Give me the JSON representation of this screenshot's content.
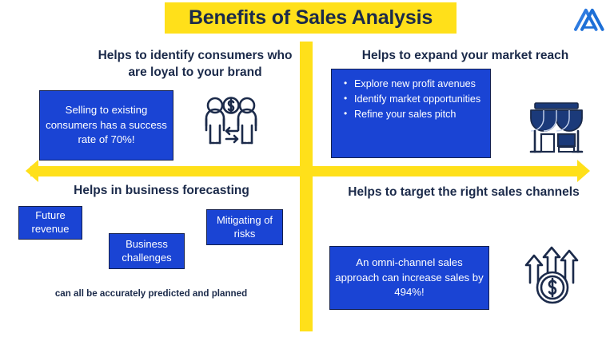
{
  "slide": {
    "title": "Benefits of Sales Analysis",
    "background_color": "#FFFFFF",
    "accent_yellow": "#FFE01A",
    "accent_blue": "#1A44D4",
    "text_navy": "#1B2A4A",
    "logo_icon": "mountain-m-logo-icon"
  },
  "axes": {
    "left_arrow_icon": "arrow-left-icon",
    "right_arrow_icon": "arrow-right-icon"
  },
  "quadrants": {
    "top_left": {
      "heading": "Helps to identify consumers who are loyal to your brand",
      "callout": "Selling to existing consumers has a success rate of 70%!",
      "icon": "two-people-money-exchange-icon"
    },
    "top_right": {
      "heading": "Helps to expand your market reach",
      "bullets": [
        "Explore new profit avenues",
        "Identify market opportunities",
        "Refine your sales pitch"
      ],
      "icon": "storefront-icon"
    },
    "bottom_left": {
      "heading": "Helps in business forecasting",
      "tags": [
        "Future revenue",
        "Business challenges",
        "Mitigating of risks"
      ],
      "caption": "can all be accurately predicted and planned"
    },
    "bottom_right": {
      "heading": "Helps to target the right sales channels",
      "callout": "An omni-channel sales approach can increase sales by 494%!",
      "icon": "growth-arrows-dollar-coin-icon"
    }
  }
}
